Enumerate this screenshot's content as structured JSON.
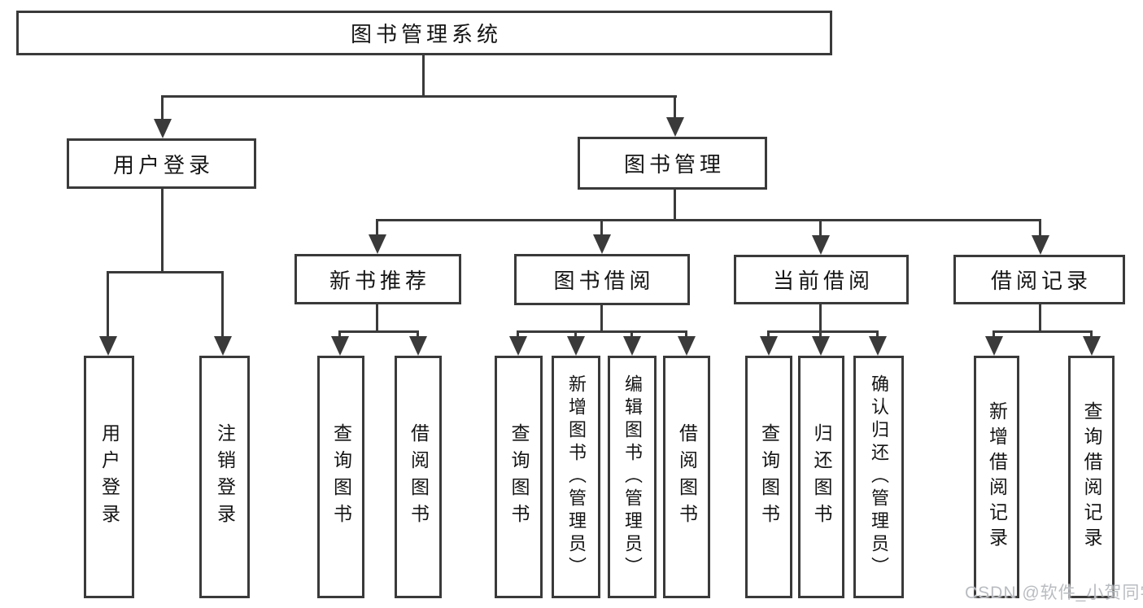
{
  "nodes": {
    "root": "图书管理系统",
    "level2": {
      "user_login": "用户登录",
      "book_mgmt": "图书管理"
    },
    "level3": {
      "new_book_rec": "新书推荐",
      "book_borrow": "图书借阅",
      "current_borrow": "当前借阅",
      "borrow_records": "借阅记录"
    },
    "leaves": {
      "user_login": "用户登录",
      "logout": "注销登录",
      "nbr_query_book": "查询图书",
      "nbr_borrow_book": "借阅图书",
      "bb_query_book": "查询图书",
      "bb_add_book": "新增图书（管理员）",
      "bb_edit_book": "编辑图书（管理员）",
      "bb_borrow_book": "借阅图书",
      "cb_query_book": "查询图书",
      "cb_return_book": "归还图书",
      "cb_confirm_return": "确认归还（管理员）",
      "br_add_record": "新增借阅记录",
      "br_query_record": "查询借阅记录"
    }
  },
  "watermark": "CSDN @软件_小贺同学",
  "colors": {
    "line": "#3a3a3a",
    "border": "#3a3a3a",
    "text": "#151515",
    "background": "#ffffff",
    "watermark": "#b9bcc0"
  }
}
